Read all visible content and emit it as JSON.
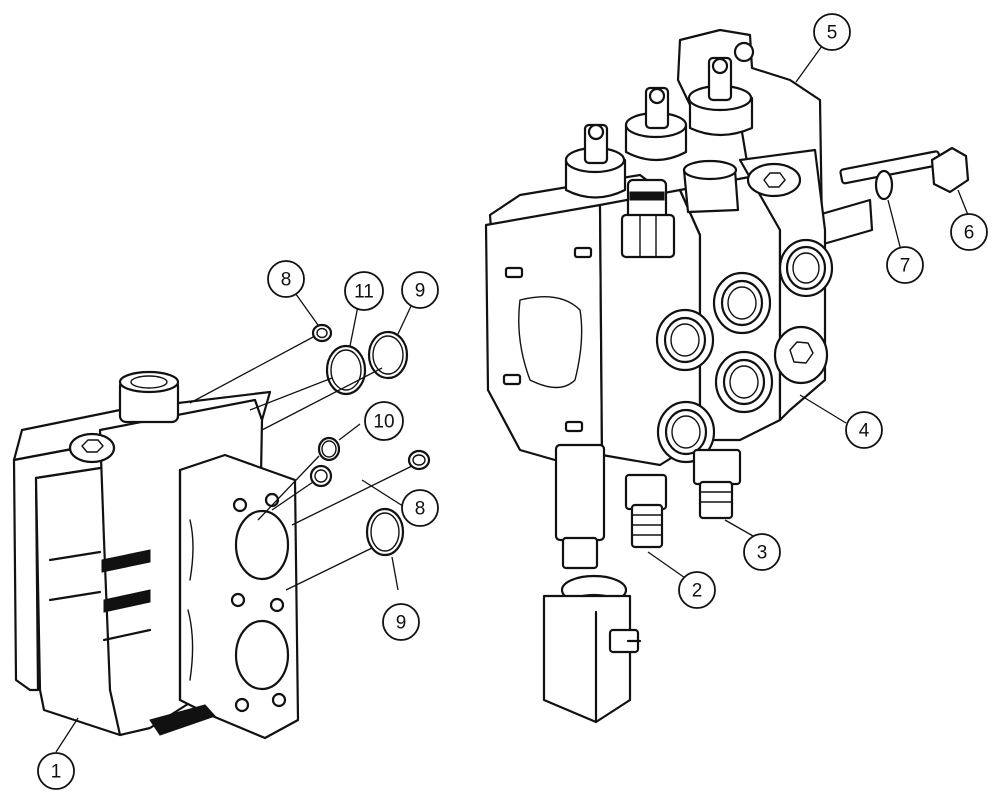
{
  "diagram": {
    "callouts": [
      {
        "id": "c1",
        "label": "1"
      },
      {
        "id": "c2",
        "label": "2"
      },
      {
        "id": "c3",
        "label": "3"
      },
      {
        "id": "c4",
        "label": "4"
      },
      {
        "id": "c5",
        "label": "5"
      },
      {
        "id": "c6",
        "label": "6"
      },
      {
        "id": "c7",
        "label": "7"
      },
      {
        "id": "c8a",
        "label": "8"
      },
      {
        "id": "c8b",
        "label": "8"
      },
      {
        "id": "c9a",
        "label": "9"
      },
      {
        "id": "c9b",
        "label": "9"
      },
      {
        "id": "c10",
        "label": "10"
      },
      {
        "id": "c11",
        "label": "11"
      }
    ]
  }
}
